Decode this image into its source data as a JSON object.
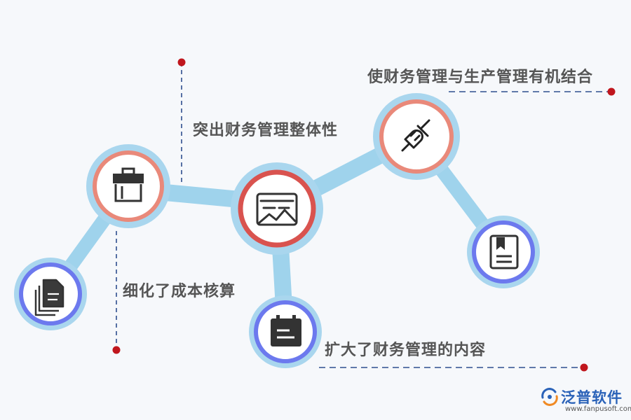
{
  "labels": {
    "integrate": "使财务管理与生产管理有机结合",
    "highlight": "突出财务管理整体性",
    "refine": "细化了成本核算",
    "expand": "扩大了财务管理的内容"
  },
  "logo": {
    "name": "泛普软件",
    "url": "www.fanpusoft.com"
  },
  "icons": {
    "document": "documents-icon",
    "toolbox": "toolbox-icon",
    "chart": "chart-icon",
    "plug": "plug-icon",
    "calendar": "calendar-icon",
    "bookmark": "bookmark-icon"
  },
  "colors": {
    "background": "#f6f8fb",
    "connector": "#9fd3ec",
    "node_fill": "#a9d6ee",
    "ring_blue": "#6c79ee",
    "ring_salmon": "#e9897a",
    "ring_red": "#d9534f",
    "dot_red": "#c0161d",
    "dash_blue": "#2f4f8f",
    "text": "#555555",
    "logo": "#2a62b8"
  }
}
